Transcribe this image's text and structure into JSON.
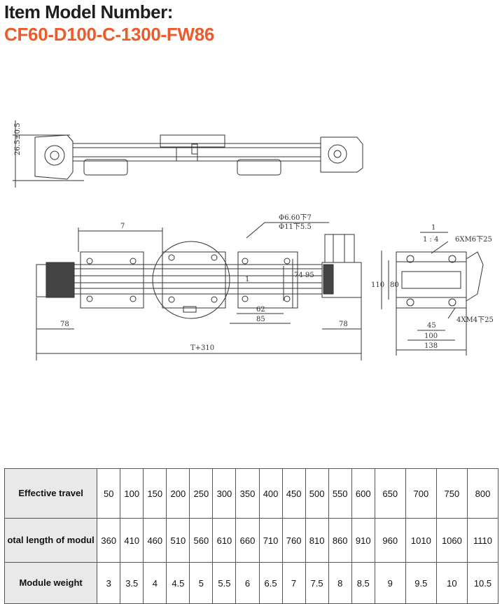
{
  "header": {
    "heading": "Item Model Number:",
    "model_number": "CF60-D100-C-1300-FW86"
  },
  "drawing": {
    "labels": {
      "side_height": "26.5±0.5",
      "top_width": "7",
      "hole_spec_a": "Φ6.60下7",
      "hole_spec_b": "Φ11下5.5",
      "dim_left": "78",
      "dim_right": "78",
      "dim_total": "T+310",
      "dim_62": "62",
      "dim_85": "85",
      "dim_74": "74",
      "dim_95": "95",
      "mark_1": "1",
      "scale_num": "1",
      "scale_text": "1 : 4",
      "thread_top": "6XM6下25",
      "thread_bottom": "4XM4下25",
      "dim_110": "110",
      "dim_80": "80",
      "dim_45": "45",
      "dim_100": "100",
      "dim_138": "138"
    }
  },
  "table": {
    "rows": [
      {
        "label": "Effective travel",
        "values": [
          "50",
          "100",
          "150",
          "200",
          "250",
          "300",
          "350",
          "400",
          "450",
          "500",
          "550",
          "600",
          "650",
          "700",
          "750",
          "800"
        ]
      },
      {
        "label": "otal length of modul",
        "values": [
          "360",
          "410",
          "460",
          "510",
          "560",
          "610",
          "660",
          "710",
          "760",
          "810",
          "860",
          "910",
          "960",
          "1010",
          "1060",
          "1110"
        ]
      },
      {
        "label": "Module weight",
        "values": [
          "3",
          "3.5",
          "4",
          "4.5",
          "5",
          "5.5",
          "6",
          "6.5",
          "7",
          "7.5",
          "8",
          "8.5",
          "9",
          "9.5",
          "10",
          "10.5"
        ]
      }
    ]
  }
}
